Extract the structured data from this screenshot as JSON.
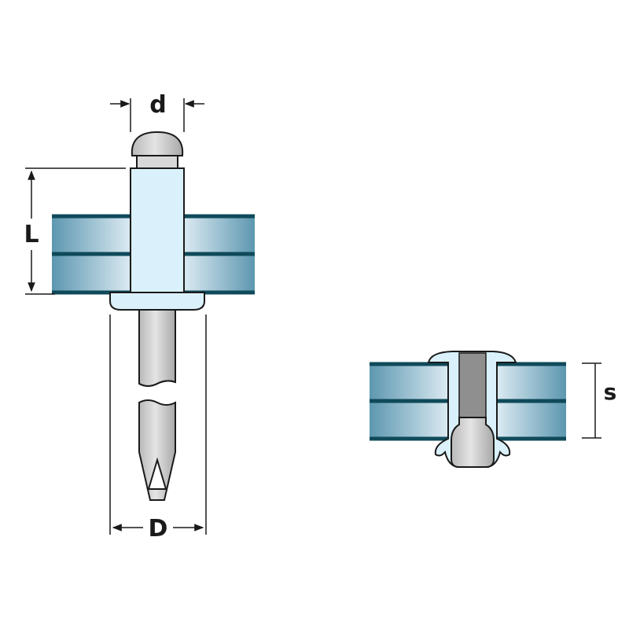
{
  "labels": {
    "d": "d",
    "L": "L",
    "D": "D",
    "s": "s"
  },
  "colors": {
    "plate_edge": "#0f4a5a",
    "plate_light": "#d6e6ef",
    "plate_mid": "#9ec4d6",
    "plate_dark": "#5d97b0",
    "sleeve": "#daf1fb",
    "mandrel": "#cfcfcf",
    "mandrel_dark": "#8f8f8f",
    "outline": "#1a1a1a"
  }
}
